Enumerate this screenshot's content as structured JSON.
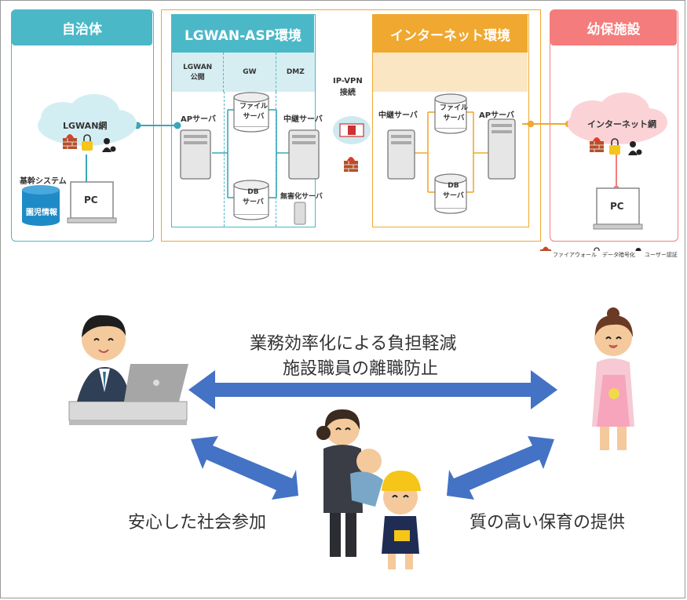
{
  "zones": {
    "municipality": {
      "title": "自治体",
      "color": "#4bb8c8"
    },
    "lgwan": {
      "title": "LGWAN-ASP環境",
      "color": "#4bb8c8"
    },
    "internet": {
      "title": "インターネット環境",
      "color": "#f0a830"
    },
    "facility": {
      "title": "幼保施設",
      "color": "#f57c7c"
    }
  },
  "lgwan_columns": [
    "LGWAN\n公開",
    "GW",
    "DMZ"
  ],
  "labels": {
    "lgwan_net": "LGWAN網",
    "internet_net": "インターネット網",
    "base_system": "基幹システム",
    "child_info": "園児情報",
    "pc_left": "PC",
    "pc_right": "PC",
    "ap_server_left": "APサーバ",
    "file_server_left": "ファイル\nサーバ",
    "db_server_left": "DB\nサーバ",
    "relay_server_left": "中継サーバ",
    "harmless_server": "無害化サーバ",
    "ipvpn": "IP-VPN\n接続",
    "relay_server_right": "中継サーバ",
    "file_server_right": "ファイル\nサーバ",
    "db_server_right": "DB\nサーバ",
    "ap_server_right": "APサーバ"
  },
  "legend": {
    "firewall": "ファイアウォール",
    "encryption": "データ暗号化",
    "user_auth": "ユーザー認証"
  },
  "bottom": {
    "top_line1": "業務効率化による負担軽減",
    "top_line2": "施設職員の離職防止",
    "left_text": "安心した社会参加",
    "right_text": "質の高い保育の提供"
  },
  "colors": {
    "arrow": "#4472c4",
    "teal": "#4bb8c8",
    "orange": "#f0a830",
    "pink": "#f57c7c"
  }
}
